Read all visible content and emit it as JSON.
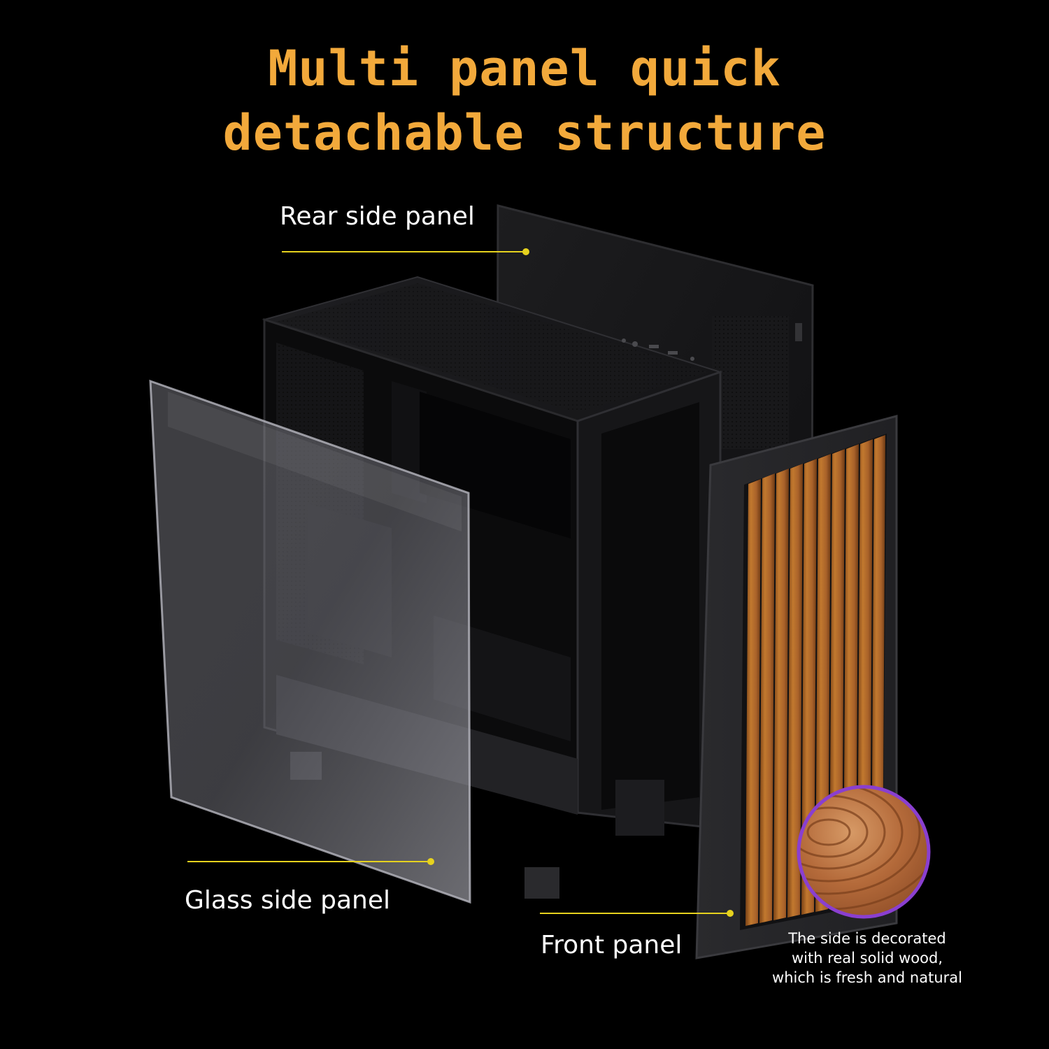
{
  "headline": {
    "line1": "Multi panel quick",
    "line2": "detachable structure"
  },
  "labels": {
    "rear_side_panel": "Rear side panel",
    "glass_side_panel": "Glass side panel",
    "front_panel": "Front panel"
  },
  "wood_note": {
    "line1": "The side is decorated",
    "line2": "with real solid wood,",
    "line3": "which is fresh and natural"
  },
  "colors": {
    "background": "#000000",
    "headline": "#f2a93b",
    "leader_line": "#e6d21e",
    "wood": "#b06a2c",
    "zoom_ring": "#8a3fd0"
  }
}
